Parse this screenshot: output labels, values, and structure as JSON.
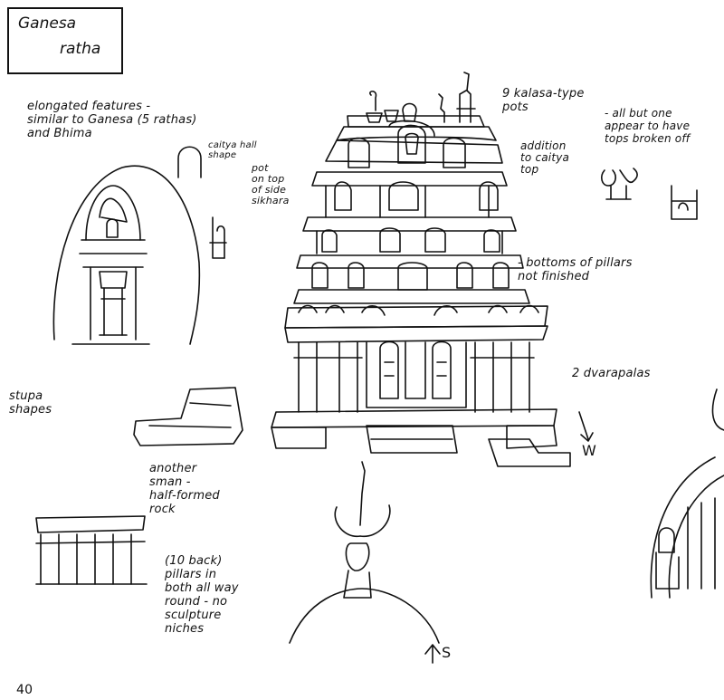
{
  "title": {
    "line1": "Ganesa",
    "line2": "ratha"
  },
  "notes": {
    "elongated": "elongated features -\nsimilar to Ganesa (5 rathas)\nand Bhima",
    "caitya_shape": "caitya hall\nshape",
    "pot_on_top": "pot\non top\nof side\nsikhara",
    "kalasa": "9 kalasa-type\npots",
    "broken_tops": "- all but one\nappear to have\ntops broken off",
    "addition": "addition\nto caitya\ntop",
    "pillar_bottoms": "- bottoms of pillars\nnot finished",
    "dvarapalas": "2 dvarapalas",
    "stupa": "stupa\nshapes",
    "another": "another\nsman -\nhalf-formed\nrock",
    "pillars": "(10 back)\npillars in\nboth all way\nround - no\nsculpture\nniches"
  },
  "directions": {
    "west": "W",
    "south": "S"
  },
  "page_number": "40"
}
